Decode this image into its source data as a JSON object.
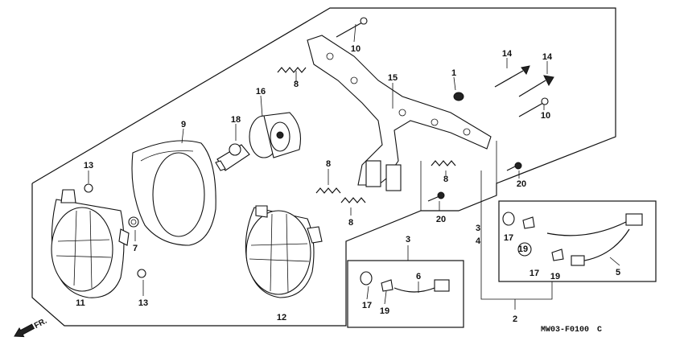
{
  "diagram": {
    "drawing_code": "MW03-F0100",
    "drawing_suffix": "C",
    "front_marker": "FR.",
    "callouts": [
      {
        "id": "c1",
        "text": "1"
      },
      {
        "id": "c2",
        "text": "2"
      },
      {
        "id": "c3a",
        "text": "3"
      },
      {
        "id": "c3b",
        "text": "3"
      },
      {
        "id": "c4",
        "text": "4"
      },
      {
        "id": "c5",
        "text": "5"
      },
      {
        "id": "c6",
        "text": "6"
      },
      {
        "id": "c7",
        "text": "7"
      },
      {
        "id": "c8a",
        "text": "8"
      },
      {
        "id": "c8b",
        "text": "8"
      },
      {
        "id": "c8c",
        "text": "8"
      },
      {
        "id": "c8d",
        "text": "8"
      },
      {
        "id": "c9",
        "text": "9"
      },
      {
        "id": "c10a",
        "text": "10"
      },
      {
        "id": "c10b",
        "text": "10"
      },
      {
        "id": "c11",
        "text": "11"
      },
      {
        "id": "c12",
        "text": "12"
      },
      {
        "id": "c13a",
        "text": "13"
      },
      {
        "id": "c13b",
        "text": "13"
      },
      {
        "id": "c14a",
        "text": "14"
      },
      {
        "id": "c14b",
        "text": "14"
      },
      {
        "id": "c15",
        "text": "15"
      },
      {
        "id": "c16",
        "text": "16"
      },
      {
        "id": "c17a",
        "text": "17"
      },
      {
        "id": "c17b",
        "text": "17"
      },
      {
        "id": "c17c",
        "text": "17"
      },
      {
        "id": "c18",
        "text": "18"
      },
      {
        "id": "c19a",
        "text": "19"
      },
      {
        "id": "c19b",
        "text": "19"
      },
      {
        "id": "c19c",
        "text": "19"
      },
      {
        "id": "c20a",
        "text": "20"
      },
      {
        "id": "c20b",
        "text": "20"
      }
    ]
  }
}
